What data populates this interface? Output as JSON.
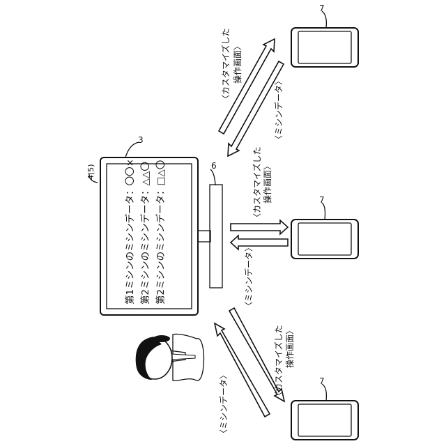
{
  "labels": {
    "monitor_ref": "3",
    "system_ref": "4(5)",
    "server_ref": "6",
    "device_ref_top": "7",
    "device_ref_mid": "7",
    "device_ref_bottom": "7"
  },
  "screen_lines": [
    "第1ミシンのミシンデータ：〇〇×",
    "第2ミシンのミシンデータ：△△〇",
    "第2ミシンのミシンデータ：□△〇"
  ],
  "arrows": {
    "custom_screen_line1": "〈カスタマイズした",
    "custom_screen_line2": "操作画面〉",
    "machine_data": "〈ミシンデータ〉"
  }
}
